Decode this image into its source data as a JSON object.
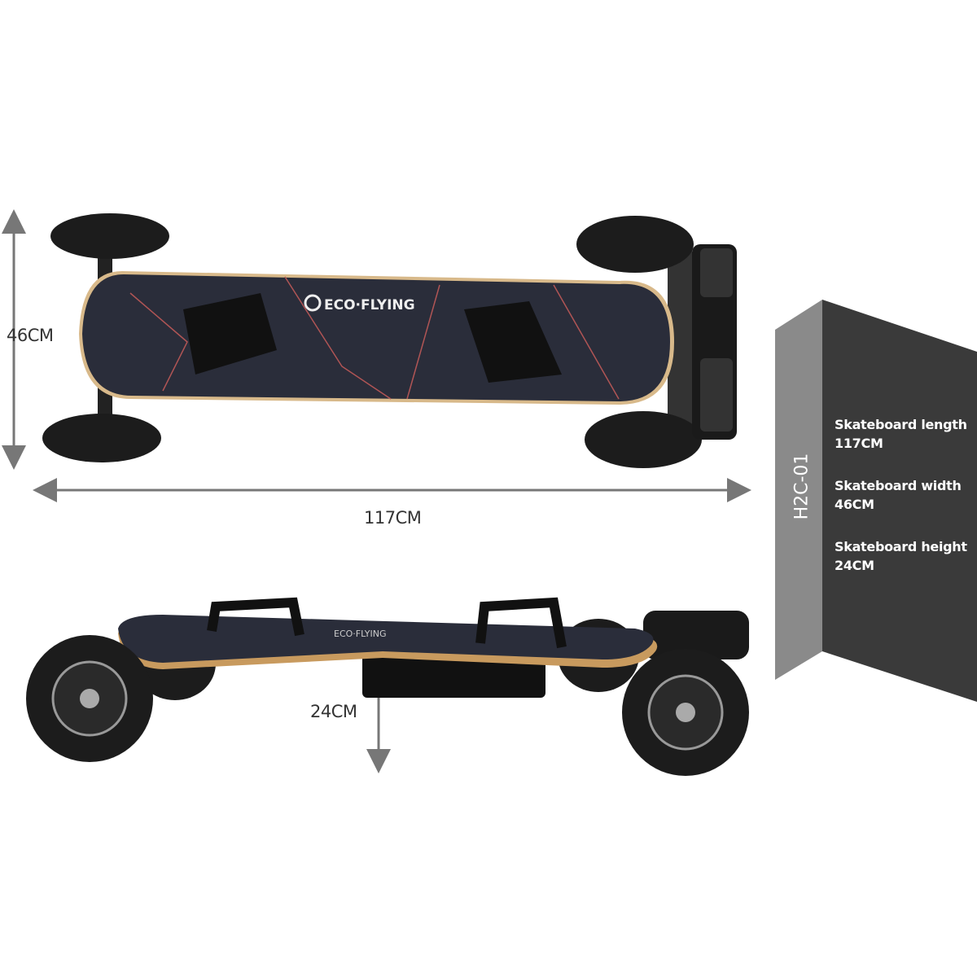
{
  "brand": "ECO·FLYING",
  "dimensions": {
    "width_label": "46CM",
    "length_label": "117CM",
    "height_label": "24CM"
  },
  "spec_panel": {
    "model": "H2C-01",
    "specs": [
      {
        "name": "Skateboard length",
        "value": "117CM"
      },
      {
        "name": "Skateboard width",
        "value": "46CM"
      },
      {
        "name": "Skateboard height",
        "value": "24CM"
      }
    ]
  },
  "colors": {
    "panel_dark": "#3a3a3a",
    "panel_light": "#8a8a8a",
    "deck": "#2a2d3a",
    "arrow": "#777777"
  }
}
